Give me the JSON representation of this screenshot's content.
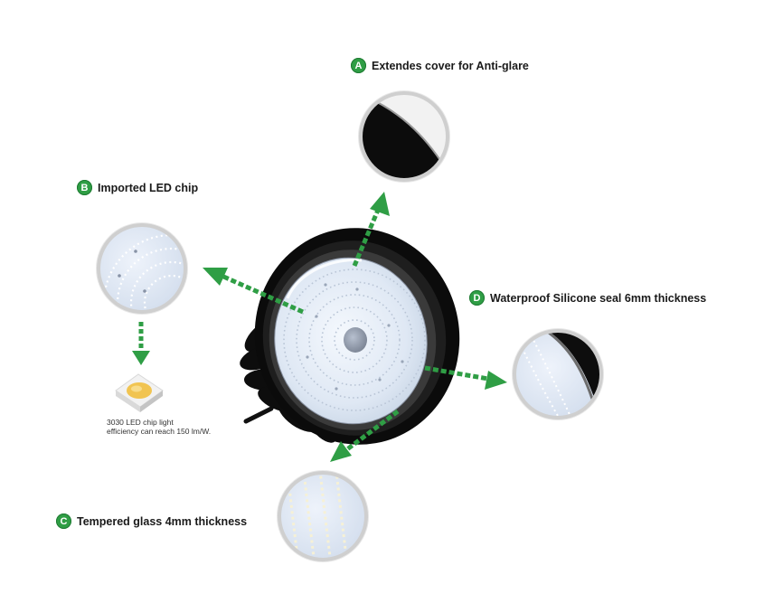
{
  "callouts": [
    {
      "letter": "A",
      "text": "Extendes cover for Anti-glare"
    },
    {
      "letter": "B",
      "text": "Imported LED chip"
    },
    {
      "letter": "C",
      "text": "Tempered glass 4mm thickness"
    },
    {
      "letter": "D",
      "text": "Waterproof Silicone seal 6mm thickness"
    }
  ],
  "chip_note": {
    "line1": "3030 LED chip light",
    "line2": "efficiency can reach 150 lm/W."
  },
  "colors": {
    "accent": "#2f9e45",
    "housing": "#111111",
    "lens": "#e6eef8",
    "ring": "#cfcfcf"
  }
}
